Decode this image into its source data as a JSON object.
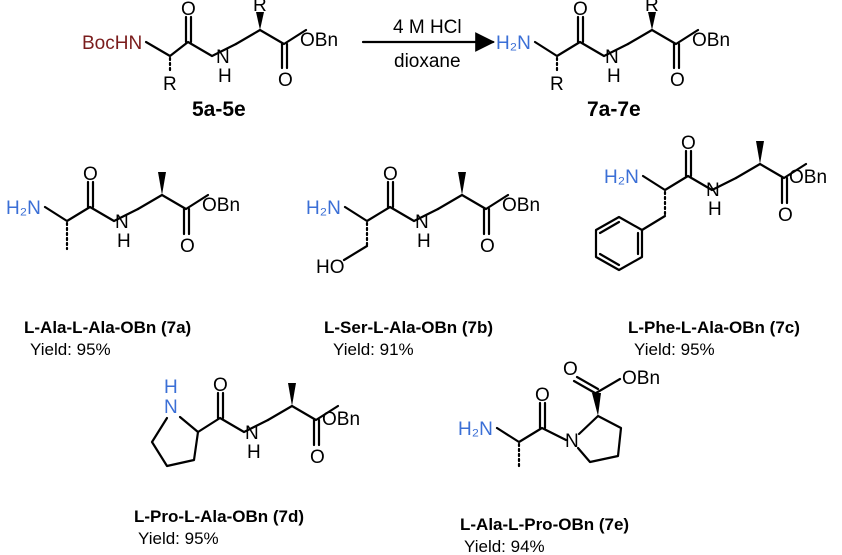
{
  "reaction": {
    "reactant_protect": "BocHN",
    "reactant_amide_o": "O",
    "reactant_nh": "N",
    "reactant_nh_h": "H",
    "reactant_r_top": "R",
    "reactant_r_bottom": "R",
    "reactant_ester_o": "O",
    "reactant_ester": "OBn",
    "reactant_label": "5a-5e",
    "reagent_top": "4 M HCl",
    "reagent_bottom": "dioxane",
    "product_amine": "H₂N",
    "product_amide_o": "O",
    "product_nh": "N",
    "product_nh_h": "H",
    "product_r_top": "R",
    "product_r_bottom": "R",
    "product_ester_o": "O",
    "product_ester": "OBn",
    "product_label": "7a-7e"
  },
  "compounds": [
    {
      "id": "7a",
      "amine": "H₂N",
      "name_sc1": "L",
      "name_p1": "-Ala-",
      "name_sc2": "L",
      "name_p2": "-Ala-OBn (7a)",
      "yield": "Yield: 95%"
    },
    {
      "id": "7b",
      "amine": "H₂N",
      "side": "HO",
      "name_sc1": "L",
      "name_p1": "-Ser-",
      "name_sc2": "L",
      "name_p2": "-Ala-OBn (7b)",
      "yield": "Yield: 91%"
    },
    {
      "id": "7c",
      "amine": "H₂N",
      "name_sc1": "L",
      "name_p1": "-Phe-",
      "name_sc2": "L",
      "name_p2": "-Ala-OBn (7c)",
      "yield": "Yield: 95%"
    },
    {
      "id": "7d",
      "ring_n": "N",
      "ring_h": "H",
      "name_sc1": "L",
      "name_p1": "-Pro-",
      "name_sc2": "L",
      "name_p2": "-Ala-OBn (7d)",
      "yield": "Yield: 95%"
    },
    {
      "id": "7e",
      "amine": "H₂N",
      "ring_n": "N",
      "name_sc1": "L",
      "name_p1": "-Ala-",
      "name_sc2": "L",
      "name_p2": "-Pro-OBn (7e)",
      "yield": "Yield: 94%"
    }
  ],
  "atoms": {
    "O": "O",
    "N": "N",
    "H": "H",
    "OBn": "OBn"
  },
  "colors": {
    "amine": "#3b6fd6",
    "boc": "#7a1c1c",
    "bond": "#000000"
  }
}
